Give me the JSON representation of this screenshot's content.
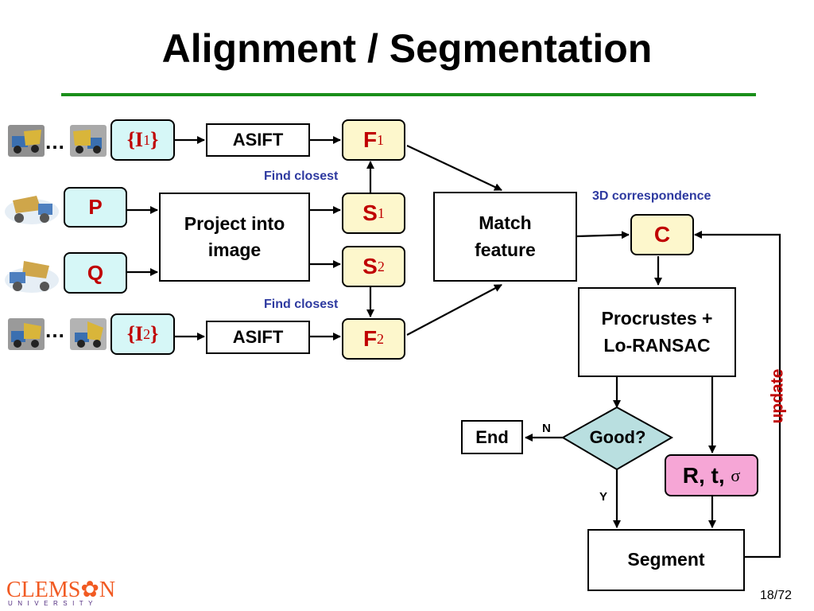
{
  "slide": {
    "title": "Alignment / Segmentation",
    "page_number": "18/72"
  },
  "colors": {
    "title_rule": "#1a8f1a",
    "red_text": "#c00000",
    "blue_label": "#2e3aa0",
    "cyan_box": "#d6f7f7",
    "yellow_box": "#fdf7cc",
    "pink_box": "#f6a6d6",
    "diamond": "#b9dfe0"
  },
  "nodes": {
    "i1": {
      "open": "{I",
      "sub": "1",
      "close": "}"
    },
    "i2": {
      "open": "{I",
      "sub": "2",
      "close": "}"
    },
    "p": "P",
    "q": "Q",
    "asift_top": "ASIFT",
    "asift_bottom": "ASIFT",
    "project": "Project into image",
    "f1": {
      "main": "F",
      "sub": "1"
    },
    "s1": {
      "main": "S",
      "sub": "1"
    },
    "s2": {
      "main": "S",
      "sub": "2"
    },
    "f2": {
      "main": "F",
      "sub": "2"
    },
    "match": "Match feature",
    "c": "C",
    "procrustes": "Procrustes + Lo-RANSAC",
    "good": "Good?",
    "end": "End",
    "rt": {
      "main": "R, t,",
      "sigma": "σ"
    },
    "segment": "Segment"
  },
  "labels": {
    "find_closest_top": "Find closest",
    "find_closest_bottom": "Find closest",
    "correspondence": "3D correspondence",
    "no": "N",
    "yes": "Y",
    "update": "update",
    "ellipsis_top": "…",
    "ellipsis_bottom": "…"
  },
  "logo": {
    "word": "CLEMS✿N",
    "sub": "UNIVERSITY"
  },
  "icons": [
    "truck-image-icon",
    "point-cloud-icon",
    "tiger-paw-icon"
  ]
}
